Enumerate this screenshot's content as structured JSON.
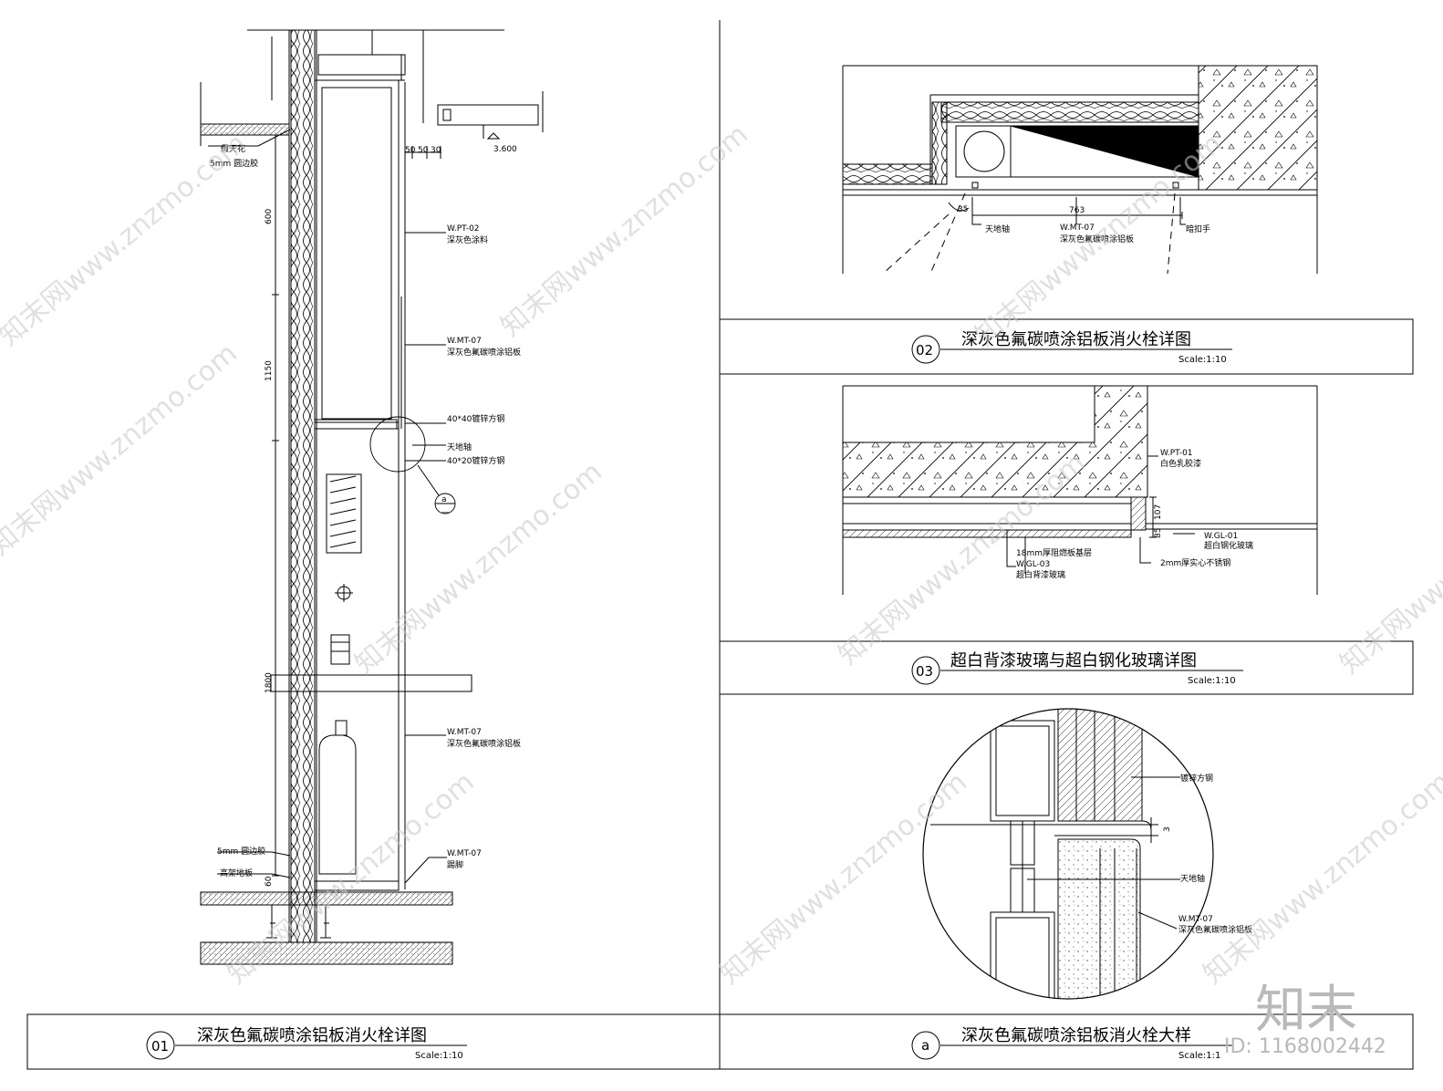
{
  "detail01": {
    "number": "01",
    "title": "深灰色氟碳喷涂铝板消火栓详图",
    "scale": "Scale:1:10",
    "labels": {
      "false_ceiling": "假天花",
      "edge_glue_top": "5mm 圆边胶",
      "pt02_code": "W.PT-02",
      "pt02_desc": "深灰色涂料",
      "mt07_upper_code": "W.MT-07",
      "mt07_upper_desc": "深灰色氟碳喷涂铝板",
      "steel_40x40": "40*40镀锌方钢",
      "pivot": "天地轴",
      "steel_40x20": "40*20镀锌方钢",
      "mt07_lower_code": "W.MT-07",
      "mt07_lower_desc": "深灰色氟碳喷涂铝板",
      "edge_glue_bottom": "5mm 圆边胶",
      "raised_floor": "高架地板",
      "mt07_base_code": "W.MT-07",
      "mt07_base_desc": "踢脚",
      "callout_top": "a",
      "callout_bottom": "—"
    },
    "dims": {
      "d600": "600",
      "d1150": "1150",
      "d1800": "1800",
      "d60": "60",
      "d50a": "50",
      "d50b": "50",
      "d30": "30",
      "level": "3.600"
    }
  },
  "detail02": {
    "number": "02",
    "title": "深灰色氟碳喷涂铝板消火栓详图",
    "scale": "Scale:1:10",
    "labels": {
      "pivot": "天地轴",
      "mt07_code": "W.MT-07",
      "mt07_desc": "深灰色氟碳喷涂铝板",
      "handle": "暗扣手"
    },
    "dims": {
      "d763": "763",
      "d35": "35"
    }
  },
  "detail03": {
    "number": "03",
    "title": "超白背漆玻璃与超白钢化玻璃详图",
    "scale": "Scale:1:10",
    "labels": {
      "pt01_code": "W.PT-01",
      "pt01_desc": "白色乳胶漆",
      "gl01_code": "W.GL-01",
      "gl01_desc": "超白钢化玻璃",
      "board": "18mm厚阻燃板基层",
      "gl03_code": "W.GL-03",
      "gl03_desc": "超白背漆玻璃",
      "ss": "2mm厚实心不锈钢"
    },
    "dims": {
      "d107": "107",
      "d85": "85"
    }
  },
  "detailA": {
    "number": "a",
    "title": "深灰色氟碳喷涂铝板消火栓大样",
    "scale": "Scale:1:1",
    "labels": {
      "steel": "镀锌方钢",
      "pivot": "天地轴",
      "mt07_code": "W.MT-07",
      "mt07_desc": "深灰色氟碳喷涂铝板"
    },
    "dims": {
      "d3": "3"
    }
  },
  "watermarks": [
    "知末网www.znzmo.com"
  ],
  "brand": {
    "logo": "知末",
    "id_text": "ID: 1168002442"
  }
}
